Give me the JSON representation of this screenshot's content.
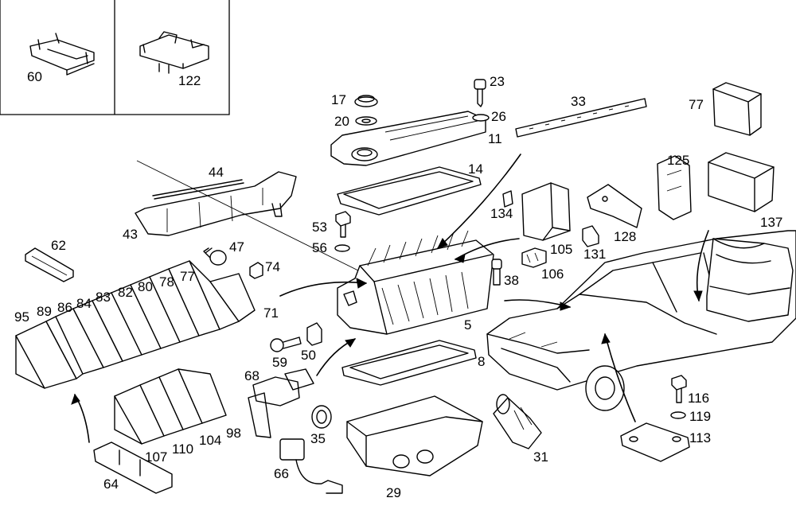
{
  "callouts": [
    {
      "id": "c60",
      "text": "60"
    },
    {
      "id": "c122",
      "text": "122"
    },
    {
      "id": "c17",
      "text": "17"
    },
    {
      "id": "c20",
      "text": "20"
    },
    {
      "id": "c23",
      "text": "23"
    },
    {
      "id": "c26",
      "text": "26"
    },
    {
      "id": "c11",
      "text": "11"
    },
    {
      "id": "c33",
      "text": "33"
    },
    {
      "id": "c77a",
      "text": "77"
    },
    {
      "id": "c14",
      "text": "14"
    },
    {
      "id": "c44",
      "text": "44"
    },
    {
      "id": "c125",
      "text": "125"
    },
    {
      "id": "c134",
      "text": "134"
    },
    {
      "id": "c128",
      "text": "128"
    },
    {
      "id": "c137",
      "text": "137"
    },
    {
      "id": "c53",
      "text": "53"
    },
    {
      "id": "c43",
      "text": "43"
    },
    {
      "id": "c47",
      "text": "47"
    },
    {
      "id": "c56",
      "text": "56"
    },
    {
      "id": "c105",
      "text": "105"
    },
    {
      "id": "c131",
      "text": "131"
    },
    {
      "id": "c62",
      "text": "62"
    },
    {
      "id": "c74",
      "text": "74"
    },
    {
      "id": "c106",
      "text": "106"
    },
    {
      "id": "c38",
      "text": "38"
    },
    {
      "id": "c80",
      "text": "80"
    },
    {
      "id": "c78",
      "text": "78"
    },
    {
      "id": "c77b",
      "text": "77"
    },
    {
      "id": "c82",
      "text": "82"
    },
    {
      "id": "c83",
      "text": "83"
    },
    {
      "id": "c84",
      "text": "84"
    },
    {
      "id": "c86",
      "text": "86"
    },
    {
      "id": "c89",
      "text": "89"
    },
    {
      "id": "c95",
      "text": "95"
    },
    {
      "id": "c71",
      "text": "71"
    },
    {
      "id": "c5",
      "text": "5"
    },
    {
      "id": "c50",
      "text": "50"
    },
    {
      "id": "c59",
      "text": "59"
    },
    {
      "id": "c8",
      "text": "8"
    },
    {
      "id": "c68",
      "text": "68"
    },
    {
      "id": "c116",
      "text": "116"
    },
    {
      "id": "c119",
      "text": "119"
    },
    {
      "id": "c113",
      "text": "113"
    },
    {
      "id": "c98",
      "text": "98"
    },
    {
      "id": "c104",
      "text": "104"
    },
    {
      "id": "c110",
      "text": "110"
    },
    {
      "id": "c107",
      "text": "107"
    },
    {
      "id": "c35",
      "text": "35"
    },
    {
      "id": "c31",
      "text": "31"
    },
    {
      "id": "c66",
      "text": "66"
    },
    {
      "id": "c64",
      "text": "64"
    },
    {
      "id": "c29",
      "text": "29"
    }
  ]
}
